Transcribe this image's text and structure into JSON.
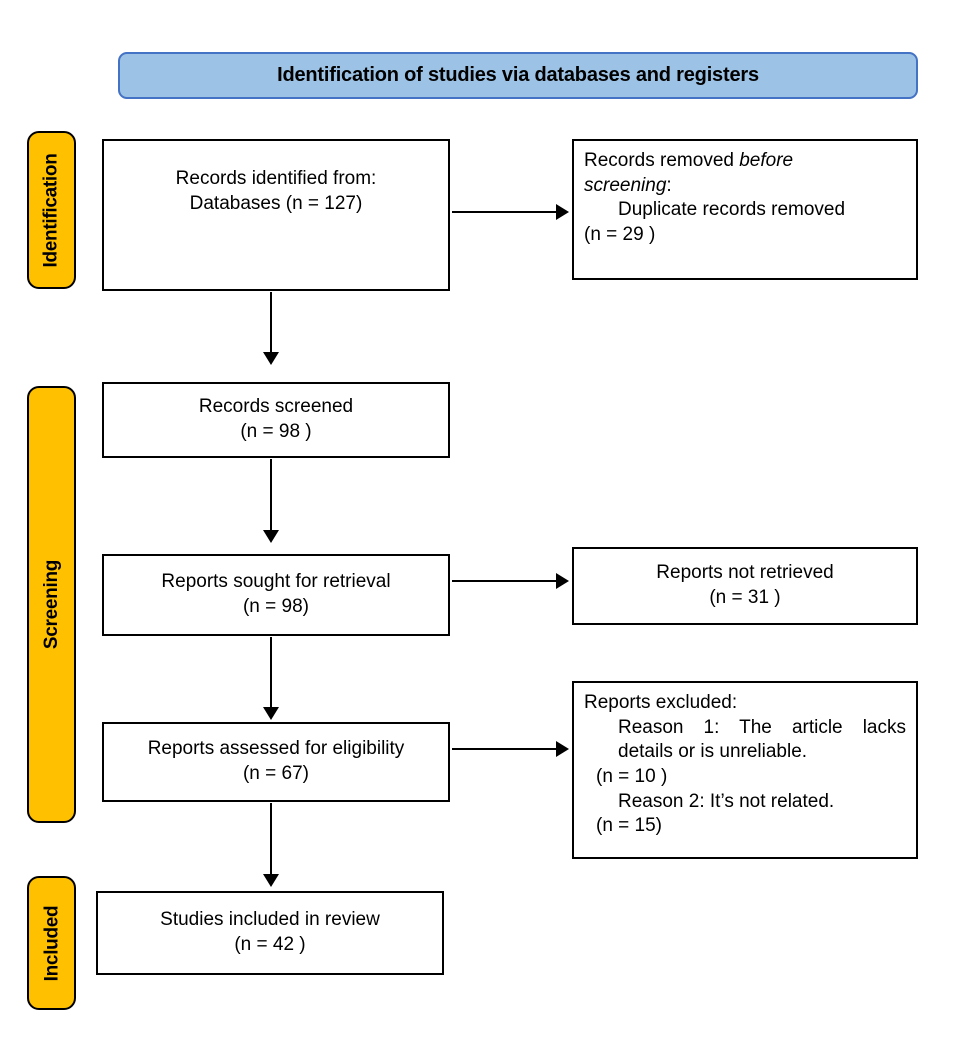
{
  "diagram": {
    "type": "prisma-flow-diagram",
    "banner": {
      "title": "Identification of studies via databases and registers",
      "fill_color": "#9CC3E5",
      "border_color": "#4472C4"
    },
    "stage_label_color": "#FFC000",
    "stages": [
      {
        "id": "identification",
        "label": "Identification"
      },
      {
        "id": "screening",
        "label": "Screening"
      },
      {
        "id": "included",
        "label": "Included"
      }
    ],
    "boxes": {
      "records_identified": {
        "line1": "Records identified from:",
        "line2": "Databases (n = 127)"
      },
      "records_removed": {
        "line1_a": "Records removed ",
        "line1_b": "before",
        "line2_a": "screening",
        "line2_b": ":",
        "line3": "Duplicate records removed",
        "line4": "(n = 29 )"
      },
      "records_screened": {
        "line1": "Records screened",
        "line2": "(n = 98 )"
      },
      "reports_sought": {
        "line1": "Reports sought for retrieval",
        "line2": "(n = 98)"
      },
      "reports_not_retrieved": {
        "line1": "Reports not retrieved",
        "line2": "(n = 31 )"
      },
      "reports_assessed": {
        "line1": "Reports assessed for eligibility",
        "line2": "(n = 67)"
      },
      "reports_excluded": {
        "line1": "Reports excluded:",
        "line2": "Reason 1: The article lacks",
        "line3": "details or is unreliable.",
        "line4": "(n = 10 )",
        "line5": "Reason 2: It’s not related.",
        "line6": "(n = 15)"
      },
      "studies_included": {
        "line1": "Studies included in review",
        "line2": "(n = 42 )"
      }
    }
  }
}
